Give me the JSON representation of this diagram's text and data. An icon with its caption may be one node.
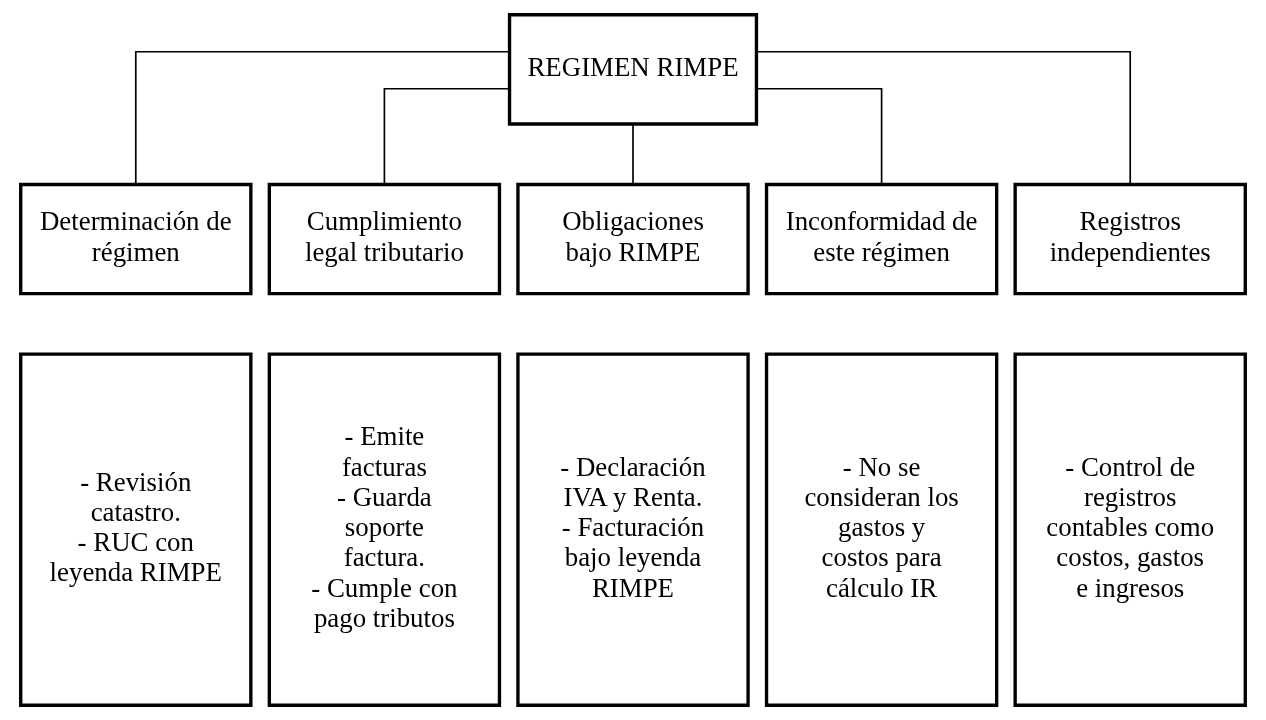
{
  "diagram": {
    "nodes": [
      {
        "text": [
          "REGIMEN RIMPE"
        ]
      },
      {
        "text": [
          "Determinación de régimen"
        ]
      },
      {
        "text": [
          "Cumplimiento legal tributario"
        ]
      },
      {
        "text": [
          "Obligaciones bajo RIMPE"
        ]
      },
      {
        "text": [
          "Inconformidad de este régimen"
        ]
      },
      {
        "text": [
          "Registros independientes"
        ]
      },
      {
        "text": [
          "- Revisión catastro.",
          "- RUC con leyenda RIMPE"
        ]
      },
      {
        "text": [
          "- Emite facturas",
          "- Guarda soporte factura.",
          "- Cumple con pago tributos"
        ]
      },
      {
        "text": [
          "- Declaración IVA y Renta.",
          "- Facturación bajo leyenda RIMPE"
        ]
      },
      {
        "text": [
          "- No se consideran los gastos y costos para cálculo IR"
        ]
      },
      {
        "text": [
          "- Control de registros contables como costos, gastos e ingresos"
        ]
      }
    ],
    "edges": [
      {
        "from": 0,
        "to": 1,
        "arrow": "none"
      },
      {
        "from": 0,
        "to": 2,
        "arrow": "none"
      },
      {
        "from": 0,
        "to": 3,
        "arrow": "none"
      },
      {
        "from": 0,
        "to": 4,
        "arrow": "none"
      },
      {
        "from": 0,
        "to": 5,
        "arrow": "none"
      }
    ]
  }
}
